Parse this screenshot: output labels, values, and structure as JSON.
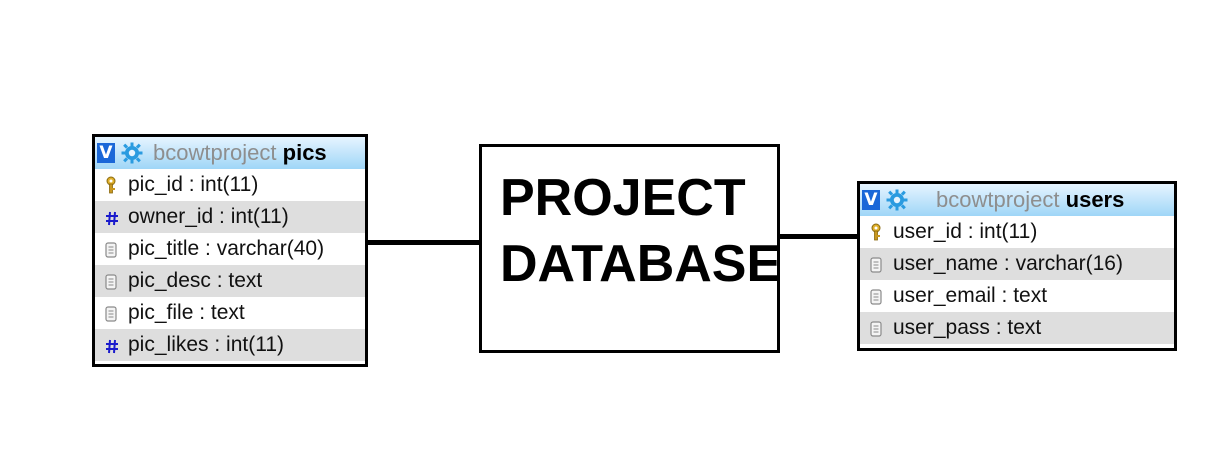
{
  "center": {
    "line1": "PROJECT",
    "line2": "DATABASE"
  },
  "pics": {
    "db": "bcowtproject",
    "name": "pics",
    "columns": [
      {
        "text": "pic_id : int(11)",
        "icon": "key-icon"
      },
      {
        "text": "owner_id : int(11)",
        "icon": "hash-icon"
      },
      {
        "text": "pic_title : varchar(40)",
        "icon": "text-field-icon"
      },
      {
        "text": "pic_desc : text",
        "icon": "text-field-icon"
      },
      {
        "text": "pic_file : text",
        "icon": "text-field-icon"
      },
      {
        "text": "pic_likes : int(11)",
        "icon": "hash-icon"
      }
    ]
  },
  "users": {
    "db": "bcowtproject",
    "name": "users",
    "columns": [
      {
        "text": "user_id : int(11)",
        "icon": "key-icon"
      },
      {
        "text": "user_name : varchar(16)",
        "icon": "text-field-icon"
      },
      {
        "text": "user_email : text",
        "icon": "text-field-icon"
      },
      {
        "text": "user_pass : text",
        "icon": "text-field-icon"
      }
    ]
  },
  "colors": {
    "header_top": "#e6f4ff",
    "header_bottom": "#9fd6f7",
    "v_icon": "#1a67d8",
    "alt_row": "#dedede",
    "hash": "#1a1acc"
  }
}
